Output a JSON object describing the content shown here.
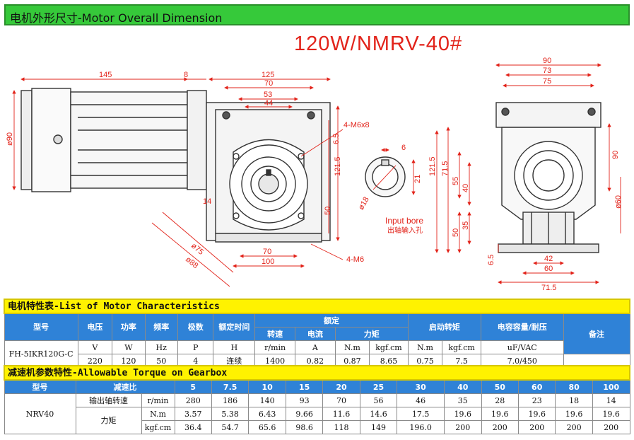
{
  "header": {
    "title": "电机外形尺寸-Motor Overall Dimension"
  },
  "drawing": {
    "model_title": "120W/NMRV-40#",
    "input_bore_en": "Input bore",
    "input_bore_cn": "出轴输入孔",
    "dims": {
      "d145": "145",
      "d8": "8",
      "d125": "125",
      "d70a": "70",
      "d53": "53",
      "d44": "44",
      "d90v": "ø90",
      "d14": "14",
      "d4m6x8": "4-M6x8",
      "d65": "6.5",
      "d121_5": "121.5",
      "d50": "50",
      "d70b": "70",
      "d100": "100",
      "d4m6": "4-M6",
      "d75": "ø75",
      "d88": "ø88",
      "d6": "6",
      "d18": "ø18",
      "d21": "21",
      "r90": "90",
      "r73": "73",
      "r75": "75",
      "r71_5": "71.5",
      "r121_5": "121.5",
      "r55": "55",
      "r40": "40",
      "r35": "35",
      "r50": "50",
      "r6_5": "6.5",
      "r90b": "90",
      "r60d": "ø60",
      "r42": "42",
      "r60": "60",
      "r71_5b": "71.5"
    }
  },
  "motor_table": {
    "title": "电机特性表-List of Motor Characteristics",
    "h_model": "型号",
    "h_voltage": "电压",
    "h_power": "功率",
    "h_freq": "频率",
    "h_poles": "极数",
    "h_time": "额定时间",
    "h_rated": "额定",
    "h_speed": "转速",
    "h_current": "电流",
    "h_torque": "力矩",
    "h_start": "启动转矩",
    "h_cap": "电容容量/耐压",
    "h_note": "备注",
    "u_v": "V",
    "u_w": "W",
    "u_hz": "Hz",
    "u_p": "P",
    "u_h": "H",
    "u_rmin": "r/min",
    "u_a": "A",
    "u_nm": "N.m",
    "u_kgf": "kgf.cm",
    "u_nm2": "N.m",
    "u_kgf2": "kgf.cm",
    "u_uf": "uF/VAC",
    "model": "FH-5IKR120G-C",
    "v_voltage": "220",
    "v_power": "120",
    "v_freq": "50",
    "v_poles": "4",
    "v_time": "连续",
    "v_speed": "1400",
    "v_current": "0.82",
    "v_nm": "0.87",
    "v_kgf": "8.65",
    "v_start_nm": "0.75",
    "v_start_kgf": "7.5",
    "v_cap": "7.0/450",
    "v_note": ""
  },
  "gear_table": {
    "title": "减速机参数特性-Allowable Torque on Gearbox",
    "h_model": "型号",
    "h_ratio": "减速比",
    "h_out_speed": "输出轴转速",
    "h_torque": "力矩",
    "u_rmin": "r/min",
    "u_nm": "N.m",
    "u_kgf": "kgf.cm",
    "model": "NRV40",
    "ratios": [
      "5",
      "7.5",
      "10",
      "15",
      "20",
      "25",
      "30",
      "40",
      "50",
      "60",
      "80",
      "100"
    ],
    "speeds": [
      "280",
      "186",
      "140",
      "93",
      "70",
      "56",
      "46",
      "35",
      "28",
      "23",
      "18",
      "14"
    ],
    "torque_nm": [
      "3.57",
      "5.38",
      "6.43",
      "9.66",
      "11.6",
      "14.6",
      "17.5",
      "19.6",
      "19.6",
      "19.6",
      "19.6",
      "19.6"
    ],
    "torque_kgf": [
      "36.4",
      "54.7",
      "65.6",
      "98.6",
      "118",
      "149",
      "196.0",
      "200",
      "200",
      "200",
      "200",
      "200"
    ]
  }
}
